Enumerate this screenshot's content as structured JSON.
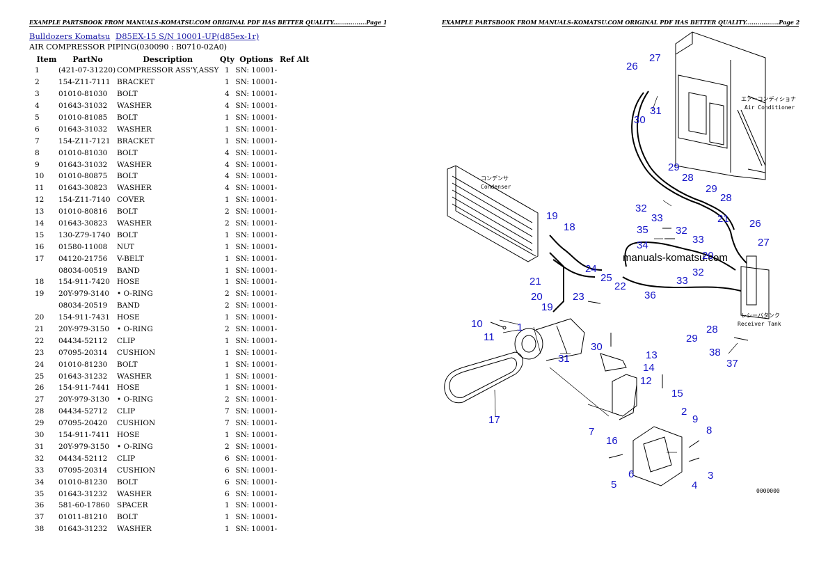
{
  "header_left": "EXAMPLE PARTSBOOK FROM MANUALS-KOMATSU.COM ORIGINAL PDF HAS BETTER QUALITY.................Page 1",
  "header_right": "EXAMPLE PARTSBOOK FROM MANUALS-KOMATSU.COM ORIGINAL PDF HAS BETTER QUALITY.................Page 2",
  "breadcrumb": {
    "link1": "Bulldozers Komatsu",
    "link2": "D85EX-15 S/N 10001-UP(d85ex-1r)"
  },
  "subtitle": "AIR COMPRESSOR PIPING(030090 : B0710-02A0)",
  "columns": [
    "Item",
    "PartNo",
    "Description",
    "Qty",
    "Options",
    "Ref Alt"
  ],
  "rows": [
    [
      "1",
      "(421-07-31220)",
      "COMPRESSOR ASS'Y,ASSY",
      "1",
      "SN: 10001-",
      ""
    ],
    [
      "2",
      "154-Z11-7111",
      "BRACKET",
      "1",
      "SN: 10001-",
      ""
    ],
    [
      "3",
      "01010-81030",
      "BOLT",
      "4",
      "SN: 10001-",
      ""
    ],
    [
      "4",
      "01643-31032",
      "WASHER",
      "4",
      "SN: 10001-",
      ""
    ],
    [
      "5",
      "01010-81085",
      "BOLT",
      "1",
      "SN: 10001-",
      ""
    ],
    [
      "6",
      "01643-31032",
      "WASHER",
      "1",
      "SN: 10001-",
      ""
    ],
    [
      "7",
      "154-Z11-7121",
      "BRACKET",
      "1",
      "SN: 10001-",
      ""
    ],
    [
      "8",
      "01010-81030",
      "BOLT",
      "4",
      "SN: 10001-",
      ""
    ],
    [
      "9",
      "01643-31032",
      "WASHER",
      "4",
      "SN: 10001-",
      ""
    ],
    [
      "10",
      "01010-80875",
      "BOLT",
      "4",
      "SN: 10001-",
      ""
    ],
    [
      "11",
      "01643-30823",
      "WASHER",
      "4",
      "SN: 10001-",
      ""
    ],
    [
      "12",
      "154-Z11-7140",
      "COVER",
      "1",
      "SN: 10001-",
      ""
    ],
    [
      "13",
      "01010-80816",
      "BOLT",
      "2",
      "SN: 10001-",
      ""
    ],
    [
      "14",
      "01643-30823",
      "WASHER",
      "2",
      "SN: 10001-",
      ""
    ],
    [
      "15",
      "130-Z79-1740",
      "BOLT",
      "1",
      "SN: 10001-",
      ""
    ],
    [
      "16",
      "01580-11008",
      "NUT",
      "1",
      "SN: 10001-",
      ""
    ],
    [
      "17",
      "04120-21756",
      "V-BELT",
      "1",
      "SN: 10001-",
      ""
    ],
    [
      "",
      "08034-00519",
      "BAND",
      "1",
      "SN: 10001-",
      ""
    ],
    [
      "18",
      "154-911-7420",
      "HOSE",
      "1",
      "SN: 10001-",
      ""
    ],
    [
      "19",
      "20Y-979-3140",
      "• O-RING",
      "2",
      "SN: 10001-",
      ""
    ],
    [
      "",
      "08034-20519",
      "BAND",
      "2",
      "SN: 10001-",
      ""
    ],
    [
      "20",
      "154-911-7431",
      "HOSE",
      "1",
      "SN: 10001-",
      ""
    ],
    [
      "21",
      "20Y-979-3150",
      "• O-RING",
      "2",
      "SN: 10001-",
      ""
    ],
    [
      "22",
      "04434-52112",
      "CLIP",
      "1",
      "SN: 10001-",
      ""
    ],
    [
      "23",
      "07095-20314",
      "CUSHION",
      "1",
      "SN: 10001-",
      ""
    ],
    [
      "24",
      "01010-81230",
      "BOLT",
      "1",
      "SN: 10001-",
      ""
    ],
    [
      "25",
      "01643-31232",
      "WASHER",
      "1",
      "SN: 10001-",
      ""
    ],
    [
      "26",
      "154-911-7441",
      "HOSE",
      "1",
      "SN: 10001-",
      ""
    ],
    [
      "27",
      "20Y-979-3130",
      "• O-RING",
      "2",
      "SN: 10001-",
      ""
    ],
    [
      "28",
      "04434-52712",
      "CLIP",
      "7",
      "SN: 10001-",
      ""
    ],
    [
      "29",
      "07095-20420",
      "CUSHION",
      "7",
      "SN: 10001-",
      ""
    ],
    [
      "30",
      "154-911-7411",
      "HOSE",
      "1",
      "SN: 10001-",
      ""
    ],
    [
      "31",
      "20Y-979-3150",
      "• O-RING",
      "2",
      "SN: 10001-",
      ""
    ],
    [
      "32",
      "04434-52112",
      "CLIP",
      "6",
      "SN: 10001-",
      ""
    ],
    [
      "33",
      "07095-20314",
      "CUSHION",
      "6",
      "SN: 10001-",
      ""
    ],
    [
      "34",
      "01010-81230",
      "BOLT",
      "6",
      "SN: 10001-",
      ""
    ],
    [
      "35",
      "01643-31232",
      "WASHER",
      "6",
      "SN: 10001-",
      ""
    ],
    [
      "36",
      "581-60-17860",
      "SPACER",
      "1",
      "SN: 10001-",
      ""
    ],
    [
      "37",
      "01011-81210",
      "BOLT",
      "1",
      "SN: 10001-",
      ""
    ],
    [
      "38",
      "01643-31232",
      "WASHER",
      "1",
      "SN: 10001-",
      ""
    ]
  ],
  "diagram": {
    "watermark": "manuals-komatsu.com",
    "labels": {
      "condenser_jp": "コンデンサ",
      "condenser_en": "Condenser",
      "aircon_jp": "エアーコンディショナ",
      "aircon_en": "Air Conditioner",
      "receiver_jp": "レシーバタンク",
      "receiver_en": "Receiver Tank"
    },
    "callouts": [
      "1",
      "2",
      "3",
      "4",
      "5",
      "6",
      "7",
      "8",
      "9",
      "10",
      "11",
      "12",
      "13",
      "14",
      "15",
      "16",
      "17",
      "18",
      "19",
      "19",
      "20",
      "20",
      "21",
      "21",
      "22",
      "23",
      "24",
      "25",
      "26",
      "26",
      "27",
      "27",
      "28",
      "28",
      "28",
      "29",
      "29",
      "29",
      "30",
      "30",
      "31",
      "31",
      "32",
      "32",
      "32",
      "33",
      "33",
      "33",
      "34",
      "35",
      "36",
      "37",
      "38"
    ],
    "figure_code": "0000000"
  }
}
